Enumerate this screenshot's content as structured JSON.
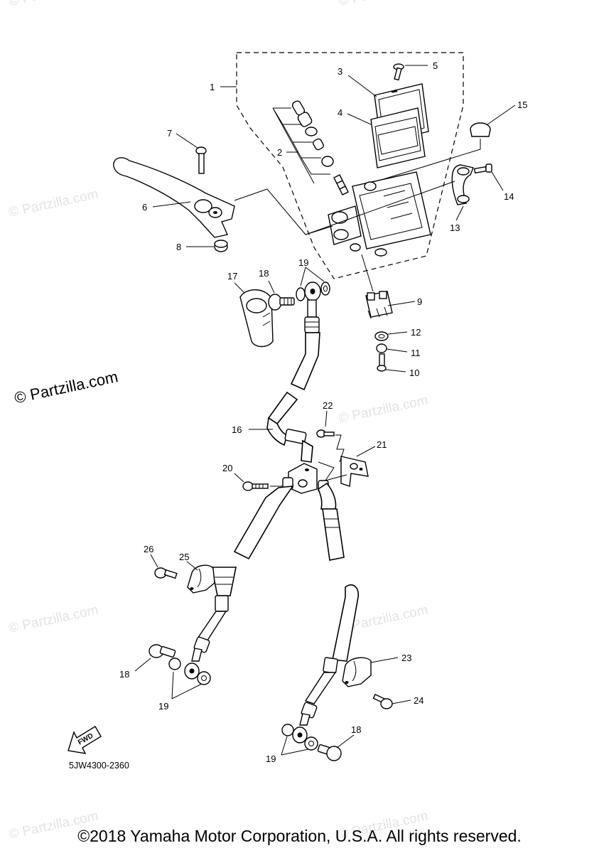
{
  "diagram": {
    "code": "5JW4300-2360",
    "fwd_label": "FWD",
    "callouts": {
      "c1": "1",
      "c2": "2",
      "c3": "3",
      "c4": "4",
      "c5": "5",
      "c6": "6",
      "c7": "7",
      "c8": "8",
      "c9": "9",
      "c10": "10",
      "c11": "11",
      "c12": "12",
      "c13": "13",
      "c14": "14",
      "c15": "15",
      "c16": "16",
      "c17": "17",
      "c18a": "18",
      "c18b": "18",
      "c18c": "18",
      "c19a": "19",
      "c19b": "19",
      "c19c": "19",
      "c20": "20",
      "c21": "21",
      "c22": "22",
      "c23": "23",
      "c24": "24",
      "c25": "25",
      "c26": "26"
    }
  },
  "watermark": {
    "main": "© Partzilla.com",
    "faint": "© Partzilla.com"
  },
  "footer": {
    "copyright": "©2018 Yamaha Motor Corporation, U.S.A. All rights reserved."
  },
  "colors": {
    "line": "#000000",
    "background": "#ffffff",
    "watermark": "#e3e3e3"
  }
}
